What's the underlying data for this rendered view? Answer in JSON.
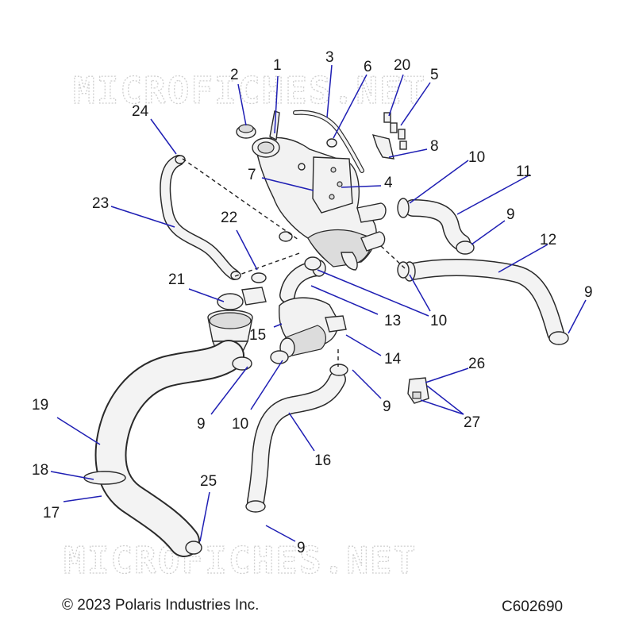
{
  "watermark_text": "MICROFICHES.NET",
  "copyright": "© 2023 Polaris Industries Inc.",
  "figure_code": "C602690",
  "callouts": [
    "1",
    "2",
    "3",
    "4",
    "5",
    "6",
    "7",
    "8",
    "9",
    "10",
    "11",
    "12",
    "13",
    "14",
    "15",
    "16",
    "17",
    "18",
    "19",
    "20",
    "21",
    "22",
    "23",
    "24",
    "25",
    "26",
    "27"
  ],
  "colors": {
    "leader_line": "#1f1fb4",
    "watermark": "#cfcfcf",
    "label_text": "#1a1a1a"
  }
}
